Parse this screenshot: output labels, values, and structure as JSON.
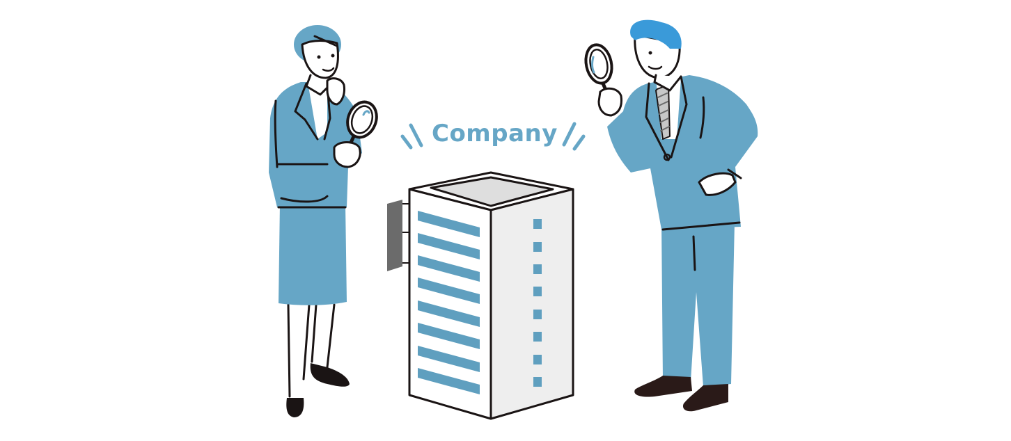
{
  "illustration": {
    "label": "Company",
    "colors": {
      "background": "#ffffff",
      "suit": "#66a6c6",
      "hair_woman": "#66a6c6",
      "hair_man": "#3a9ad9",
      "outline": "#1a1414",
      "building_front": "#ffffff",
      "building_side": "#eeeeee",
      "building_roof": "#dedede",
      "window": "#5f9fbf",
      "sign": "#6b6b6b",
      "text": "#66a6c6"
    },
    "figures": [
      {
        "role": "businesswoman",
        "holding": "magnifying-glass",
        "position": "left"
      },
      {
        "role": "businessman",
        "holding": "magnifying-glass",
        "position": "right"
      }
    ],
    "building": {
      "front_windows": 8,
      "side_windows": 8
    }
  }
}
